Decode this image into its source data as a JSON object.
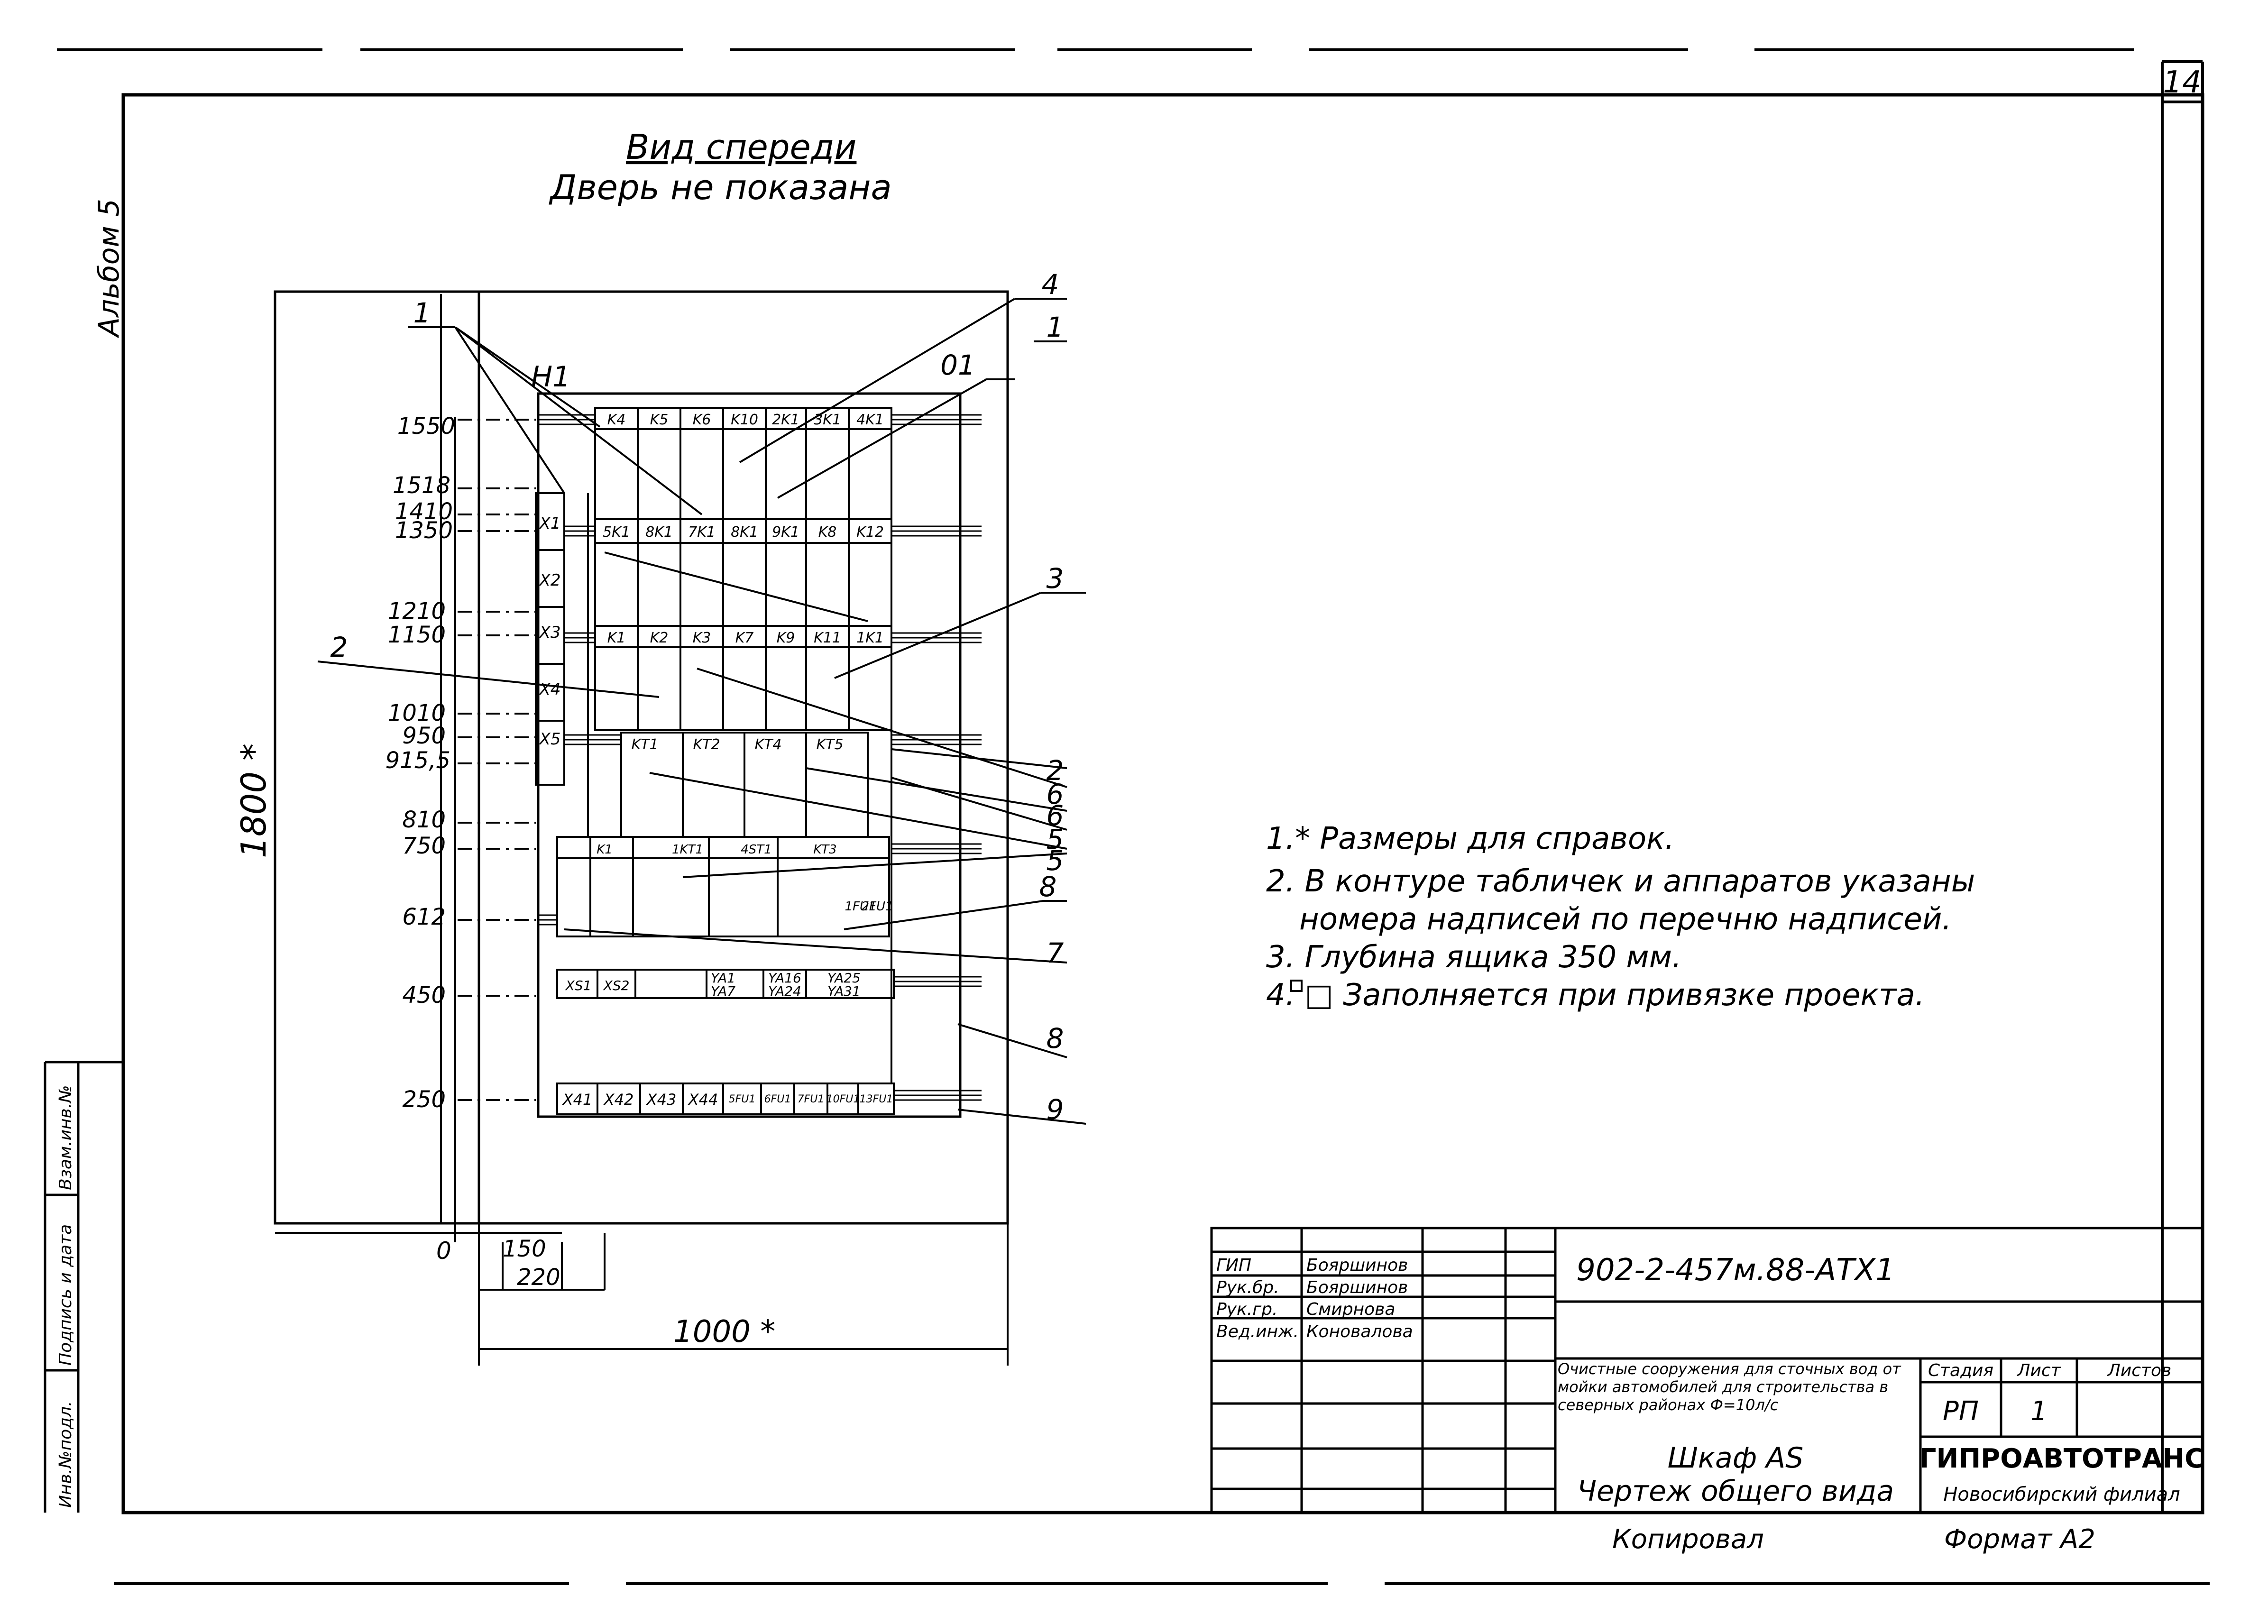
{
  "sheet": {
    "number": "14",
    "album": "Альбом 5",
    "margin_labels": [
      "Инв.№подл.",
      "Подпись и дата",
      "Взам.инв.№"
    ]
  },
  "title": {
    "line1": "Вид спереди",
    "line2": "Дверь не показана"
  },
  "cabinet": {
    "panel_label": "H1",
    "height_dim": "1800 *",
    "width_dim": "1000 *",
    "origin_label": "0",
    "bottom_dims": [
      "150",
      "220"
    ],
    "levels": [
      "1550",
      "1518",
      "1410",
      "1350",
      "1210",
      "1150",
      "1010",
      "950",
      "915,5",
      "810",
      "750",
      "612",
      "450",
      "250"
    ],
    "terminal_column": [
      "X1",
      "X2",
      "X3",
      "X4",
      "X5"
    ],
    "row1": [
      "K4",
      "K5",
      "K6",
      "K10",
      "2K1",
      "3K1",
      "4K1"
    ],
    "row2": [
      "5K1",
      "8K1",
      "7K1",
      "8K1",
      "9K1",
      "K8",
      "K12"
    ],
    "row3": [
      "K1",
      "K2",
      "K3",
      "K7",
      "K9",
      "K11",
      "1K1"
    ],
    "row4": [
      "KT1",
      "KT2",
      "KT4",
      "KT5"
    ],
    "row5": [
      "K1",
      "1KT1",
      "4ST1",
      "KT3"
    ],
    "row5_side": [
      "1FU1",
      "2FU1"
    ],
    "row6_left": [
      "XS1",
      "XS2"
    ],
    "row6_mid": [
      [
        "YA1",
        "YA7"
      ],
      [
        "YA16",
        "YA24"
      ],
      [
        "YA25",
        "YA31"
      ]
    ],
    "row7": [
      "X41",
      "X42",
      "X43",
      "X44"
    ],
    "row7_fuses": [
      "5FU1",
      "6FU1",
      "7FU1",
      "10FU1",
      "13FU1"
    ],
    "callouts": [
      "1",
      "4",
      "01",
      "1",
      "3",
      "2",
      "2",
      "6",
      "6",
      "5",
      "5",
      "8",
      "7",
      "8",
      "9"
    ]
  },
  "notes": [
    "1.* Размеры для справок.",
    "2. В контуре табличек и аппаратов указаны",
    "номера надписей по перечню надписей.",
    "3. Глубина ящика 350 мм.",
    "4. □ Заполняется при привязке проекта."
  ],
  "title_block": {
    "code": "902-2-457м.88-АТХ1",
    "roles": [
      "ГИП",
      "Рук.бр.",
      "Рук.гр.",
      "Вед.инж."
    ],
    "names": [
      "Бояршинов",
      "Бояршинов",
      "Смирнова",
      "Коновалова"
    ],
    "description": "Очистные сооружения для сточных вод от мойки автомобилей для строительства в северных районах Ф=10л/с",
    "stage_header": "Стадия",
    "sheet_header": "Лист",
    "sheets_header": "Листов",
    "stage": "РП",
    "sheet": "1",
    "drawing_name_1": "Шкаф AS",
    "drawing_name_2": "Чертеж общего вида",
    "org": "ГИПРОАВТОТРАНС",
    "branch": "Новосибирский филиал",
    "copied": "Копировал",
    "format": "Формат А2"
  }
}
